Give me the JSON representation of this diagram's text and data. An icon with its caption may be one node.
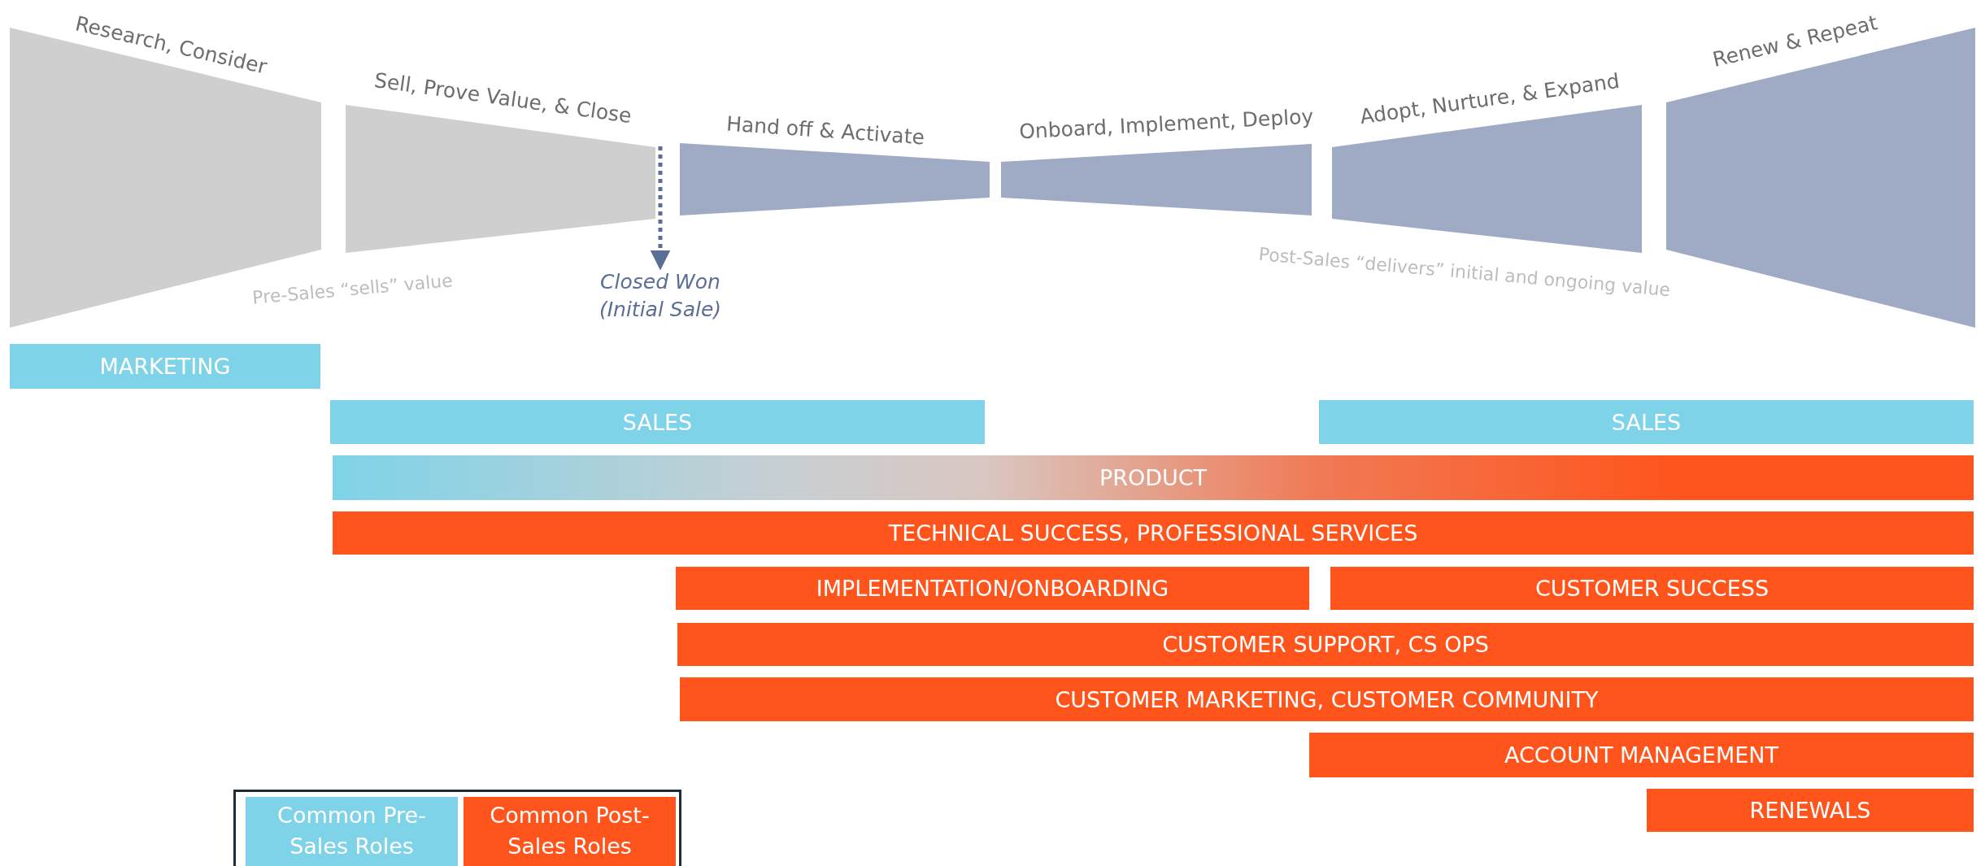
{
  "diagram": {
    "nodes": [
      {
        "text": [
          "Research, Consider"
        ]
      },
      {
        "text": [
          "Sell, Prove Value, & Close"
        ]
      },
      {
        "text": [
          "Hand off & Activate"
        ]
      },
      {
        "text": [
          "Onboard, Implement, Deploy"
        ]
      },
      {
        "text": [
          "Adopt, Nurture, & Expand"
        ]
      },
      {
        "text": [
          "Renew & Repeat"
        ]
      },
      {
        "text": [
          "Closed Won (Initial Sale)"
        ]
      },
      {
        "text": [
          "MARKETING"
        ]
      },
      {
        "text": [
          "SALES"
        ]
      },
      {
        "text": [
          "SALES"
        ]
      },
      {
        "text": [
          "PRODUCT"
        ]
      },
      {
        "text": [
          "TECHNICAL SUCCESS, PROFESSIONAL SERVICES"
        ]
      },
      {
        "text": [
          "IMPLEMENTATION/ONBOARDING"
        ]
      },
      {
        "text": [
          "CUSTOMER SUCCESS"
        ]
      },
      {
        "text": [
          "CUSTOMER SUPPORT, CS OPS"
        ]
      },
      {
        "text": [
          "CUSTOMER MARKETING, CUSTOMER COMMUNITY"
        ]
      },
      {
        "text": [
          "ACCOUNT MANAGEMENT"
        ]
      },
      {
        "text": [
          "RENEWALS"
        ]
      }
    ],
    "edges": [
      {
        "from": 1,
        "to": 6,
        "arrow": "to",
        "style": "dashed",
        "color": "#5a6e96"
      }
    ],
    "labels": [
      "Pre-Sales “sells” value",
      "Post-Sales “delivers” initial and ongoing value"
    ],
    "legend": [
      {
        "text": "Common Pre-Sales Roles",
        "color": "#7fd3e8"
      },
      {
        "text": "Common Post-Sales Roles",
        "color": "#ff541c"
      }
    ]
  }
}
